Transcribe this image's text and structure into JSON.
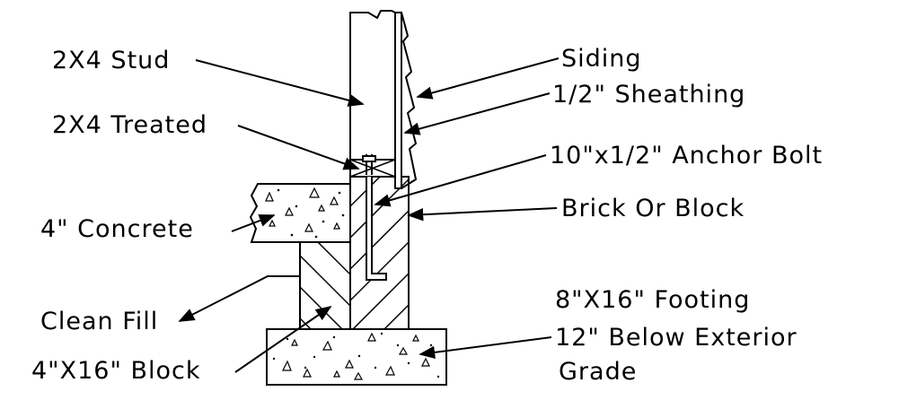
{
  "diagram": {
    "labels": {
      "stud": "2X4 Stud",
      "treated": "2X4 Treated",
      "concrete": "4\" Concrete",
      "clean_fill": "Clean Fill",
      "block": "4\"X16\" Block",
      "siding": "Siding",
      "sheathing": "1/2\" Sheathing",
      "anchor_bolt": "10\"x1/2\" Anchor Bolt",
      "brick_or_block": "Brick Or Block",
      "footing_line1": "8\"X16\" Footing",
      "footing_line2": "12\" Below Exterior",
      "footing_line3": "Grade"
    },
    "colors": {
      "ink": "#000000",
      "background": "#ffffff"
    }
  }
}
